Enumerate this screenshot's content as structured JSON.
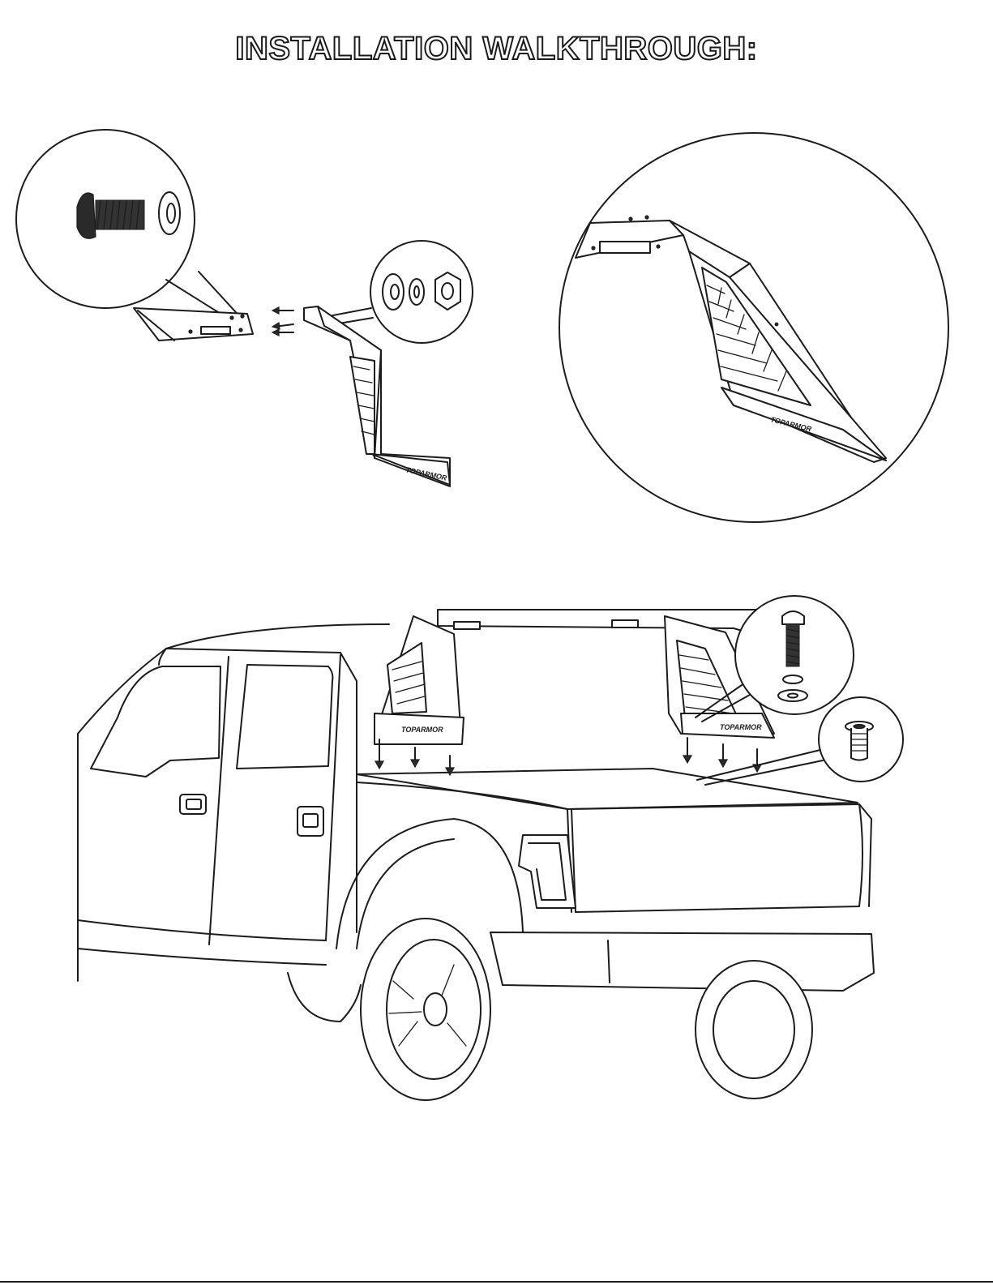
{
  "page": {
    "title": "INSTALLATION WALKTHROUGH:"
  },
  "illustrations": {
    "bolt_detail_callout": "bolt-and-washer",
    "nut_detail_callout": "flat-washer-lock-washer-nut",
    "assembled_bracket_callout": "assembled-side-bracket",
    "truck_scene": "pickup-truck-with-headache-rack",
    "bolt_stack_callout": "bolt-lock-washer-flat-washer",
    "rivnut_callout": "rivet-nut"
  },
  "colors": {
    "line": "#1c1c1c",
    "background": "#ffffff"
  },
  "brand_marks": {
    "bracket_logo_text": "TOPARMOR"
  }
}
